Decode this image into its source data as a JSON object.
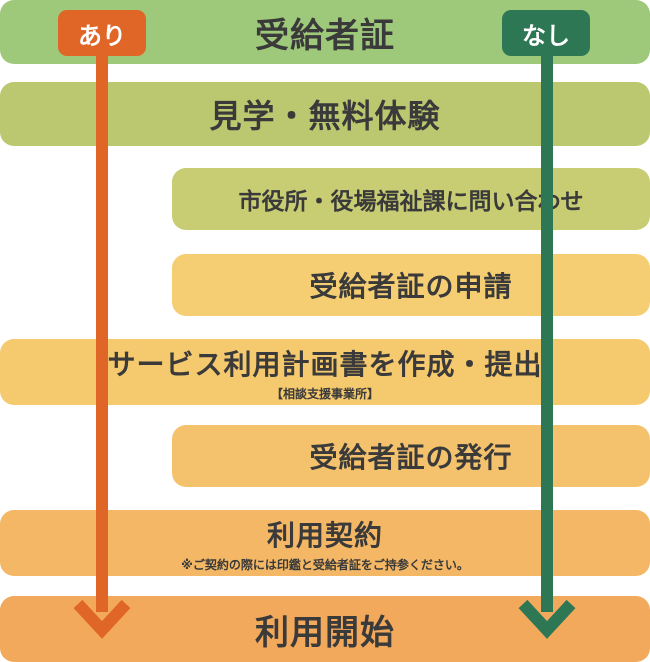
{
  "header": {
    "title": "受給者証",
    "yes_label": "あり",
    "no_label": "なし"
  },
  "steps": [
    {
      "label": "見学・無料体験"
    },
    {
      "label": "市役所・役場福祉課に問い合わせ"
    },
    {
      "label": "受給者証の申請"
    },
    {
      "label": "サービス利用計画書を作成・提出",
      "note": "【相談支援事業所】"
    },
    {
      "label": "受給者証の発行"
    },
    {
      "label": "利用契約",
      "note": "※ご契約の際には印鑑と受給者証をご持参ください。"
    },
    {
      "label": "利用開始"
    }
  ],
  "colors": {
    "header_green": "#9ec87a",
    "step_olive": "#c4ca72",
    "step_sand": "#f5c96d",
    "step_peach": "#f4bd6a",
    "step_orange": "#f2a95b",
    "yes_orange": "#e06628",
    "no_green": "#2e7755"
  }
}
